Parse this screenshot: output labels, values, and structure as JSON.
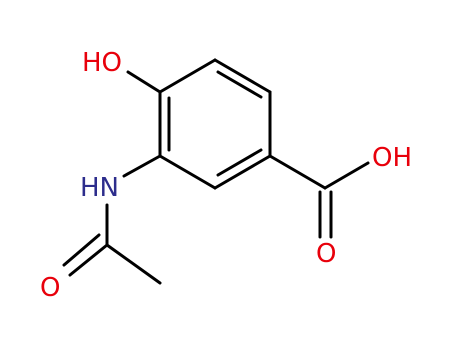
{
  "molecule": {
    "atom_labels": {
      "hydroxyl": "HO",
      "amide_nh": "HN",
      "carboxyl_oh": "OH",
      "carboxyl_o": "O",
      "amide_o": "O"
    }
  },
  "colors": {
    "oxygen": "#e8000b",
    "nitrogen": "#2d2d8c",
    "bond": "#000000",
    "background": "#ffffff"
  }
}
